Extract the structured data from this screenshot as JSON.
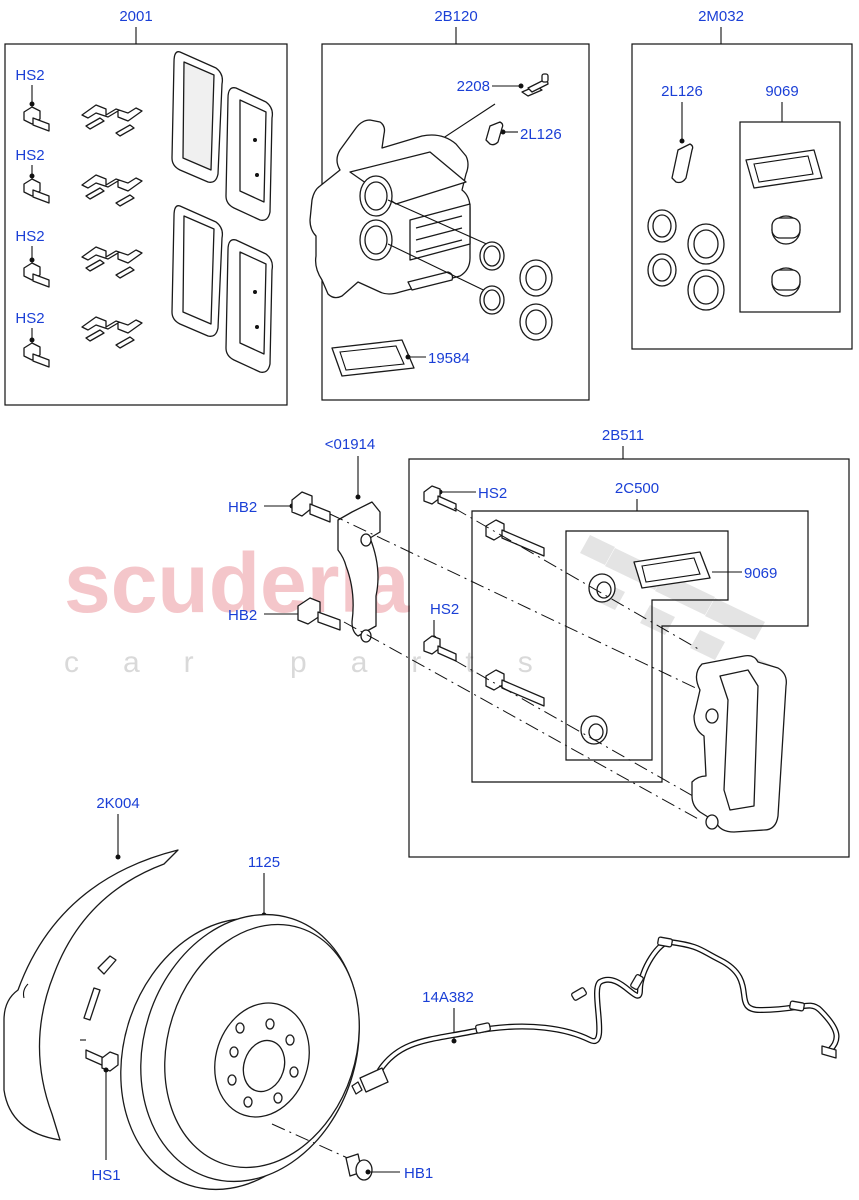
{
  "watermark": {
    "main": "scuderia",
    "sub": "car parts"
  },
  "labels": {
    "pad_kit": "2001",
    "hs2_a": "HS2",
    "hs2_b": "HS2",
    "hs2_c": "HS2",
    "hs2_d": "HS2",
    "caliper": "2B120",
    "bleed_screw": "2208",
    "bleed_cap": "2L126",
    "seal_pack": "19584",
    "repair_kit": "2M032",
    "repair_cap": "2L126",
    "repair_grease": "9069",
    "bracket_ref": "<01914",
    "hb2_top": "HB2",
    "hb2_bottom": "HB2",
    "carrier": "2B511",
    "hs2_carrier_top": "HS2",
    "hs2_carrier_mid": "HS2",
    "guide_kit": "2C500",
    "guide_grease": "9069",
    "splash_shield": "2K004",
    "hs1": "HS1",
    "disc": "1125",
    "hb1": "HB1",
    "wear_sensor": "14A382"
  }
}
